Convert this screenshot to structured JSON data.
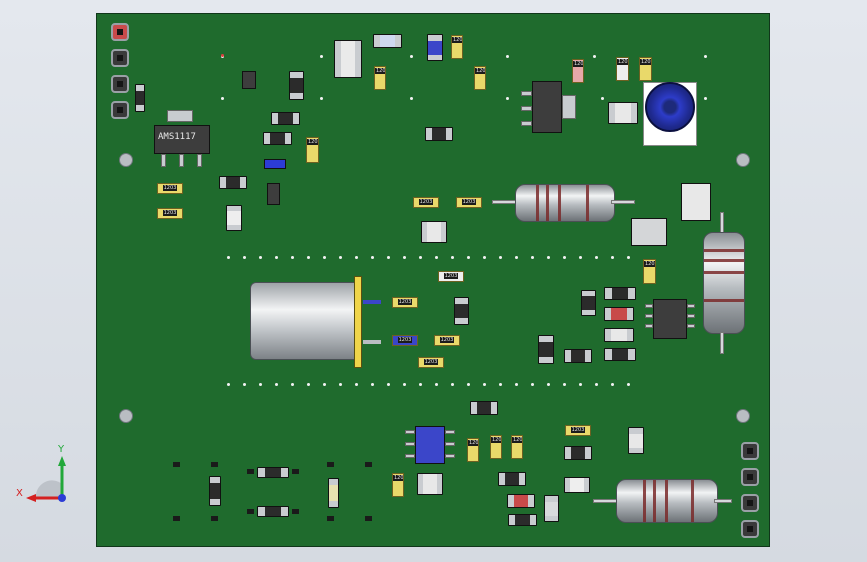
{
  "view": {
    "title": "PCB 3D model view",
    "background": "#d9dde3",
    "board_color": "#1f6b2d"
  },
  "axes": {
    "x_label": "X",
    "y_label": "Y",
    "x_color": "#d42020",
    "y_color": "#22a83a",
    "z_color": "#2c3cd6"
  },
  "components": {
    "regulator_marking": "AMS1117",
    "ic_top_marking": "AMS1117",
    "resistor_codes": [
      "1203",
      "1203",
      "1203",
      "1203",
      "1203",
      "1203",
      "1203",
      "1203",
      "1203",
      "1203",
      "1203",
      "1203",
      "1203",
      "1203",
      "1203"
    ]
  }
}
